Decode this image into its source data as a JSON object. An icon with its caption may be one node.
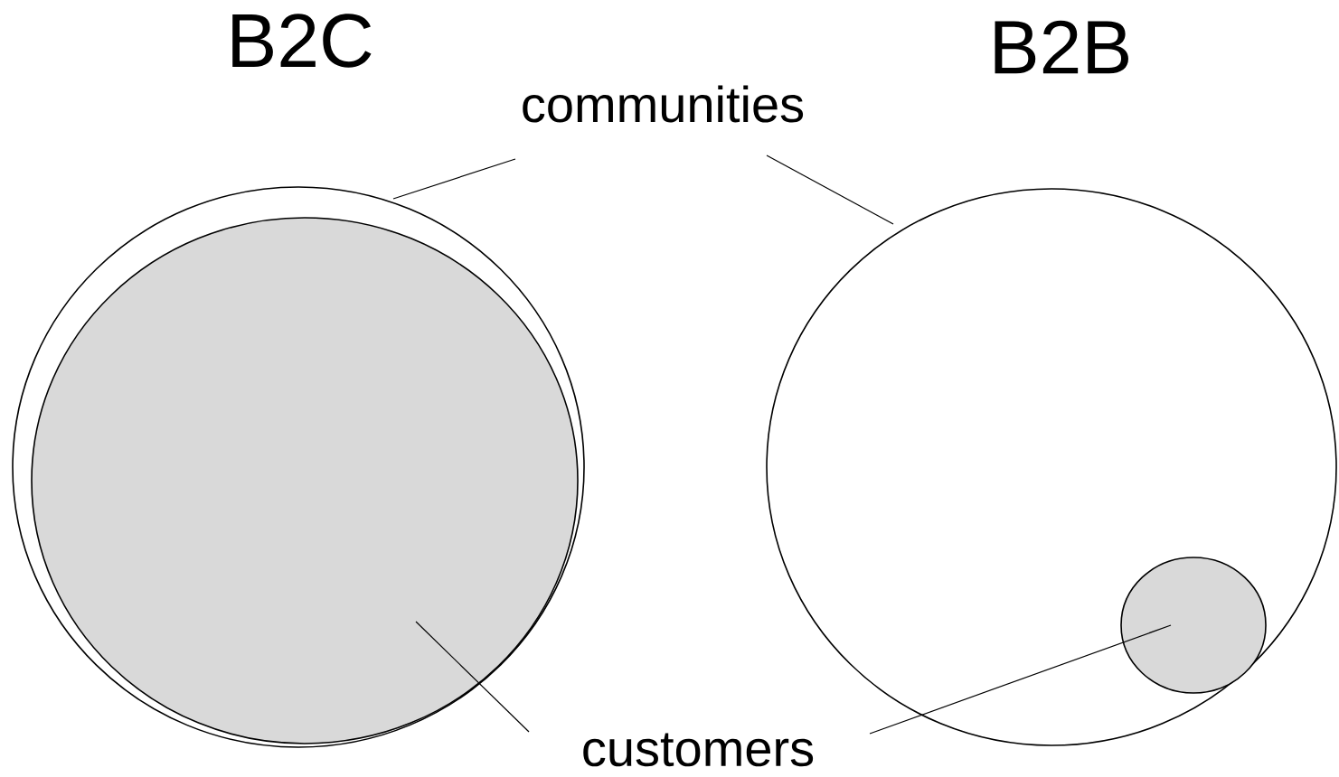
{
  "diagram": {
    "nodes": [
      {
        "text": [
          "communities"
        ]
      },
      {
        "text": [
          "customers"
        ]
      },
      {
        "text": [],
        "shape": "circle"
      },
      {
        "text": [],
        "shape": "circle",
        "in": 2
      },
      {
        "text": [],
        "shape": "circle"
      },
      {
        "text": [],
        "shape": "circle",
        "in": 4
      }
    ],
    "edges": [
      {
        "from": 0,
        "to": 2,
        "arrow": "none"
      },
      {
        "from": 0,
        "to": 4,
        "arrow": "none"
      },
      {
        "from": 1,
        "to": 3,
        "arrow": "none"
      },
      {
        "from": 1,
        "to": 5,
        "arrow": "none"
      }
    ],
    "labels": [
      "B2C",
      "B2B"
    ]
  }
}
